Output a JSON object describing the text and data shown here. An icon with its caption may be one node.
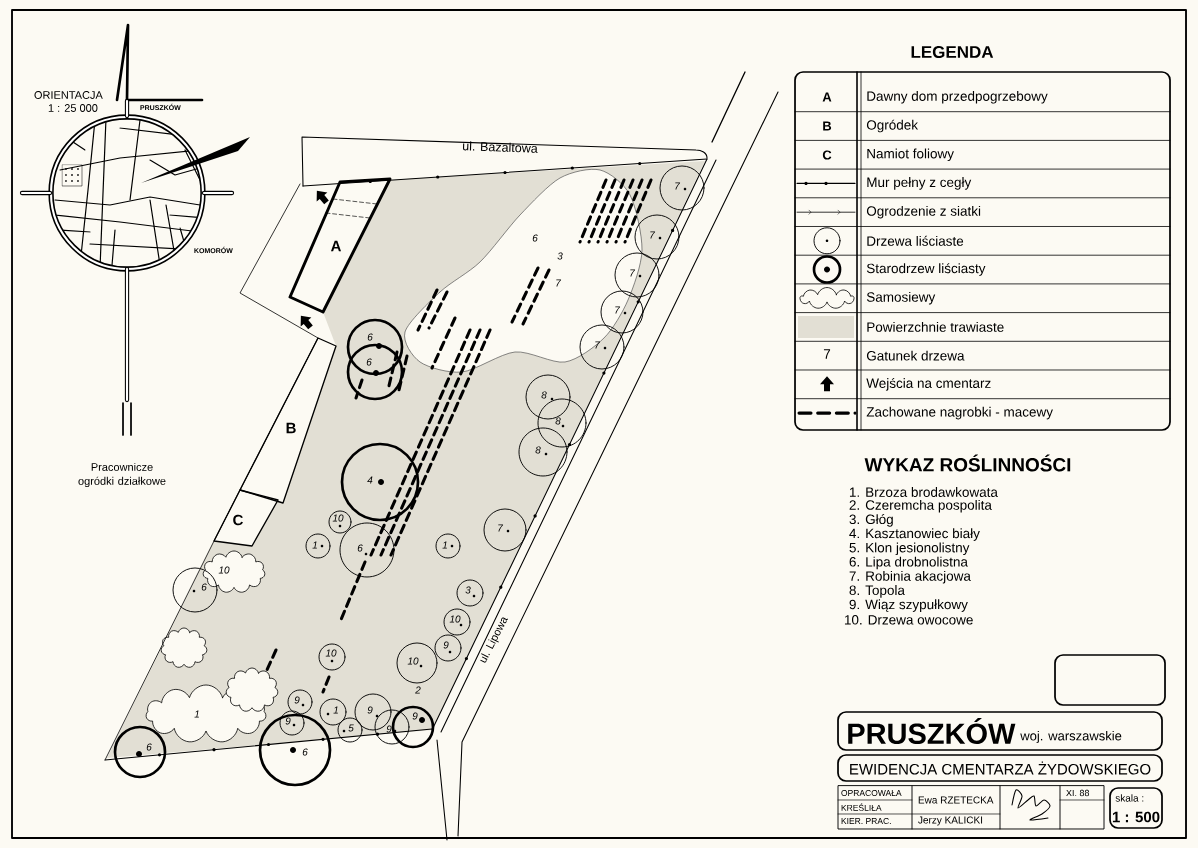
{
  "diagram": {
    "nodes": [
      {
        "text": [
          "A"
        ]
      },
      {
        "text": [
          "B"
        ]
      },
      {
        "text": [
          "C"
        ]
      },
      {
        "text": [
          "7"
        ]
      },
      {
        "text": [
          "7"
        ]
      },
      {
        "text": [
          "7"
        ]
      },
      {
        "text": [
          "7"
        ]
      },
      {
        "text": [
          "7"
        ]
      },
      {
        "text": [
          "6"
        ]
      },
      {
        "text": [
          "6"
        ]
      },
      {
        "text": [
          "8"
        ]
      },
      {
        "text": [
          "8"
        ]
      },
      {
        "text": [
          "8"
        ]
      },
      {
        "text": [
          "4"
        ]
      },
      {
        "text": [
          "10"
        ]
      },
      {
        "text": [
          "1"
        ]
      },
      {
        "text": [
          "6"
        ]
      },
      {
        "text": [
          "1"
        ]
      },
      {
        "text": [
          "7"
        ]
      },
      {
        "text": [
          "6"
        ]
      },
      {
        "text": [
          "3"
        ]
      },
      {
        "text": [
          "10"
        ]
      },
      {
        "text": [
          "10"
        ]
      },
      {
        "text": [
          "9"
        ]
      },
      {
        "text": [
          "10"
        ]
      },
      {
        "text": [
          "9"
        ]
      },
      {
        "text": [
          "1"
        ]
      },
      {
        "text": [
          "9"
        ]
      },
      {
        "text": [
          "9"
        ]
      },
      {
        "text": [
          "9"
        ]
      },
      {
        "text": [
          "9"
        ]
      },
      {
        "text": [
          "5"
        ]
      },
      {
        "text": [
          "6"
        ]
      },
      {
        "text": [
          "6"
        ]
      },
      {
        "text": [],
        "shape": "box"
      },
      {
        "text": [
          "PRUSZKÓW",
          "woj. warszawskie"
        ]
      },
      {
        "text": [
          "EWIDENCJA CMENTARZA ŻYDOWSKIEGO"
        ]
      },
      {
        "text": [
          "skala :",
          "1 : 500"
        ]
      }
    ],
    "labels": [
      "ORIENTACJA",
      "1 : 25 000",
      "PRUSZKÓW",
      "KOMORÓW",
      "Pracownicze ogródki działkowe",
      "ul. Bazaltowa",
      "LEGENDA",
      "A",
      "B",
      "C",
      "7",
      "WYKAZ ROŚLINNOŚCI",
      "1. Brzoza brodawkowata",
      "2. Czeremcha pospolita",
      "3. Głóg",
      "4. Kasztanowiec biały",
      "5. Klon jesionolistny",
      "6. Lipa drobnolistna",
      "7. Robinia akacjowa",
      "8. Topola",
      "9. Wiąz szypułkowy",
      "10. Drzewa owocowe",
      "6",
      "3",
      "7",
      "10",
      "1",
      "2",
      "ul. Lipowa",
      "OPRACOWAŁA",
      "KREŚLIŁA",
      "KIER. PRAC.",
      "Ewa RZETECKA",
      "Jerzy KALICKI",
      "XI. 88"
    ],
    "legend": [
      {
        "text": "Dawny dom przedpogrzebowy"
      },
      {
        "text": "Ogródek"
      },
      {
        "text": "Namiot foliowy"
      },
      {
        "text": "Mur pełny z cegły"
      },
      {
        "text": "Ogrodzenie z siatki"
      },
      {
        "text": "Drzewa liściaste"
      },
      {
        "text": "Starodrzew liściasty"
      },
      {
        "text": "Samosiewy"
      },
      {
        "text": "Powierzchnie trawiaste"
      },
      {
        "text": "Gatunek drzewa"
      },
      {
        "text": "Wejścia na cmentarz"
      },
      {
        "text": "Zachowane nagrobki - macewy"
      }
    ]
  }
}
